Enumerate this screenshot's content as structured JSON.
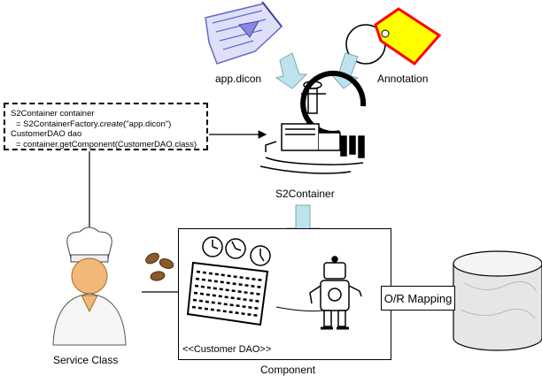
{
  "labels": {
    "app_dicon": "app.dicon",
    "annotation": "Annotation",
    "s2container": "S2Container",
    "service_class": "Service  Class",
    "component": "Component",
    "customer_dao": "<<Customer  DAO>>",
    "or_mapping": "O/R Mapping"
  },
  "code": {
    "line1": "S2Container container",
    "line2_prefix": "= S2ContainerFactory.",
    "line2_method": "create",
    "line2_suffix": "(\"app.dicon\")",
    "line3": "CustomerDAO dao",
    "line4": "= container.getComponent(CustomerDAO.class)"
  },
  "colors": {
    "arrow_fill": "#bfe3ee",
    "tag_fill": "#ffff00",
    "tag_border": "#ff0000",
    "scroll_ink": "#6666cc",
    "cylinder": "#e6e6e6",
    "chef_skin": "#f2b877",
    "coffee_bean": "#8a5a2b"
  },
  "icons": [
    "scroll-icon",
    "tag-icon",
    "steam-engine-icon",
    "chef-icon",
    "robot-icon",
    "clocks-icon",
    "database-icon",
    "coffee-beans-icon"
  ]
}
